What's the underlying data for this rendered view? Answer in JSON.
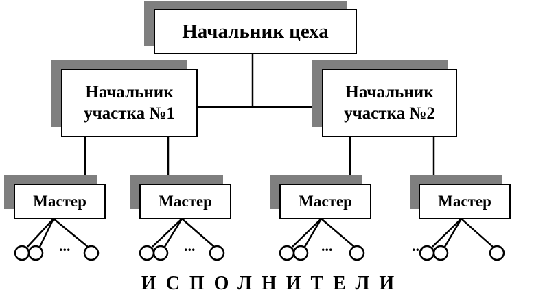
{
  "colors": {
    "shadow": "#7f7f7f",
    "line": "#000000",
    "box_bg": "#ffffff"
  },
  "top": {
    "label": "Начальник цеха"
  },
  "sections": [
    {
      "line1": "Начальник",
      "line2": "участка №1"
    },
    {
      "line1": "Начальник",
      "line2": "участка №2"
    }
  ],
  "masters": [
    {
      "label": "Мастер"
    },
    {
      "label": "Мастер"
    },
    {
      "label": "Мастер"
    },
    {
      "label": "Мастер"
    }
  ],
  "ellipsis": "...",
  "footer": "ИСПОЛНИТЕЛИ"
}
